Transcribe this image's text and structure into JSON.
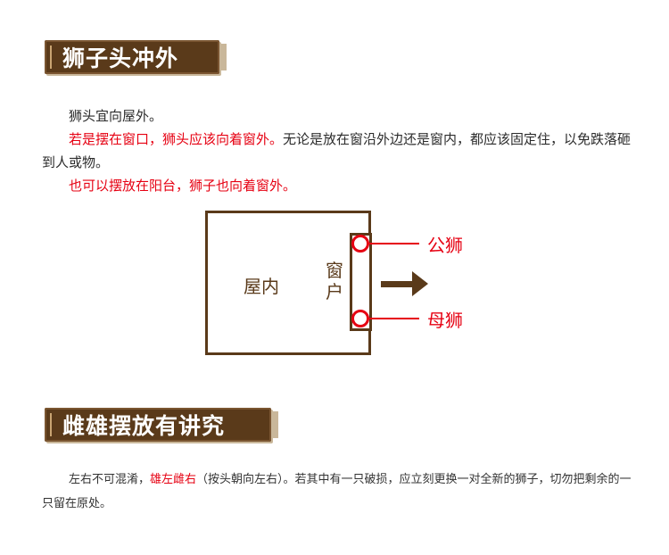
{
  "section1": {
    "title": "狮子头冲外",
    "line1": "狮头宜向屋外。",
    "line2_red": "若是摆在窗口，狮头应该向着窗外。",
    "line2_rest": "无论是放在窗沿外边还是窗内，都应该固定住，以免跌落砸到人或物。",
    "line3_red": "也可以摆放在阳台，狮子也向着窗外。"
  },
  "diagram": {
    "room_label": "屋内",
    "window_label": "窗户",
    "male_label": "公狮",
    "female_label": "母狮",
    "colors": {
      "frame": "#5a3a1a",
      "accent": "#e60012"
    }
  },
  "section2": {
    "title": "雌雄摆放有讲究",
    "text_before": "左右不可混淆，",
    "text_red": "雄左雌右",
    "text_after": "（按头朝向左右）。若其中有一只破损，应立刻更换一对全新的狮子，切勿把剩余的一只留在原处。"
  }
}
